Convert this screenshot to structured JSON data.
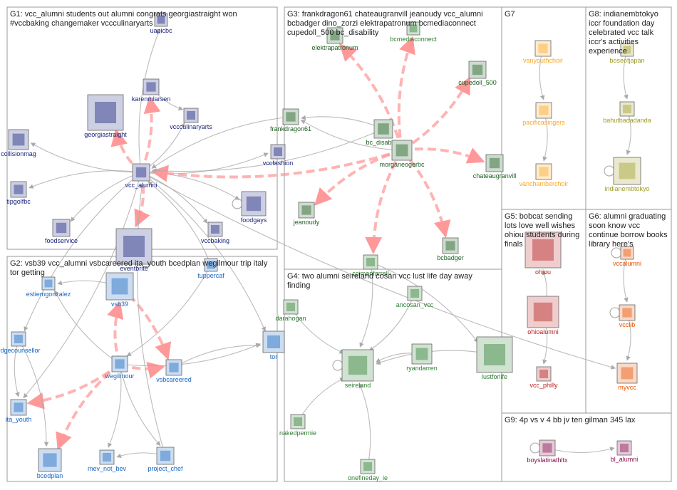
{
  "groups": [
    {
      "id": "G1",
      "title_lines": [
        "G1: vcc_alumni students out alumni congrats georgiastraight won",
        "#vccbaking changemaker vccculinaryarts"
      ]
    },
    {
      "id": "G2",
      "title_lines": [
        "G2: vsb39 vcc_alumni vsbcareered ita_youth bcedplan wegilmour trip italy",
        "tor getting"
      ]
    },
    {
      "id": "G3",
      "title_lines": [
        "G3: frankdragon61 chateaugranvill jeanoudy vcc_alumni",
        "bcbadger dino_zorzi elektrapatronum bcmediaconnect",
        "cupedoll_500 bc_disability"
      ]
    },
    {
      "id": "G4",
      "title_lines": [
        "G4: two alumni seireland cosán vcc lust life day away",
        "finding"
      ]
    },
    {
      "id": "G5",
      "title_lines": [
        "G5: bobcat sending",
        "lots love well wishes",
        "ohiou students during",
        "finals"
      ]
    },
    {
      "id": "G6",
      "title_lines": [
        "G6: alumni graduating",
        "soon know vcc",
        "continue borrow books",
        "library here's"
      ]
    },
    {
      "id": "G7",
      "title_lines": [
        "G7"
      ]
    },
    {
      "id": "G8",
      "title_lines": [
        "G8: indianembtokyo",
        "iccr foundation day",
        "celebrated vcc talk",
        "iccr's activities",
        "experience"
      ]
    },
    {
      "id": "G9",
      "title_lines": [
        "G9: 4p vs v 4 bb jv ten gilman 345 lax"
      ]
    }
  ],
  "nodes": [
    {
      "id": "uapicbc",
      "label": "uapicbc",
      "group": "G1",
      "color": "#1a237e"
    },
    {
      "id": "karenmlarsen",
      "label": "karenmlarsen",
      "group": "G1",
      "color": "#1a237e"
    },
    {
      "id": "georgiastraight",
      "label": "georgiastraight",
      "group": "G1",
      "color": "#1a237e"
    },
    {
      "id": "vccculinaryarts",
      "label": "vccculinaryarts",
      "group": "G1",
      "color": "#1a237e"
    },
    {
      "id": "collisionmag",
      "label": "collisionmag",
      "group": "G1",
      "color": "#1a237e"
    },
    {
      "id": "vcc_alumni",
      "label": "vcc_alumni",
      "group": "G1",
      "color": "#1a237e"
    },
    {
      "id": "vccfashion",
      "label": "vccfashion",
      "group": "G1",
      "color": "#1a237e"
    },
    {
      "id": "tipgolfbc",
      "label": "tipgolfbc",
      "group": "G1",
      "color": "#1a237e"
    },
    {
      "id": "foodgays",
      "label": "foodgays",
      "group": "G1",
      "color": "#1a237e"
    },
    {
      "id": "foodservice",
      "label": "foodservice",
      "group": "G1",
      "color": "#1a237e"
    },
    {
      "id": "vccbaking",
      "label": "vccbaking",
      "group": "G1",
      "color": "#1a237e"
    },
    {
      "id": "eventbrite",
      "label": "eventbrite",
      "group": "G1",
      "color": "#1a237e"
    },
    {
      "id": "estiemgonzalez",
      "label": "estiemgonzalez",
      "group": "G2",
      "color": "#1565c0"
    },
    {
      "id": "vsb39",
      "label": "vsb39",
      "group": "G2",
      "color": "#1565c0"
    },
    {
      "id": "tuppercaf",
      "label": "tuppercaf",
      "group": "G2",
      "color": "#1565c0"
    },
    {
      "id": "edgecounsellor",
      "label": "edgecounsellor",
      "group": "G2",
      "color": "#1565c0"
    },
    {
      "id": "tor",
      "label": "tor",
      "group": "G2",
      "color": "#1565c0"
    },
    {
      "id": "wegilmour",
      "label": "wegilmour",
      "group": "G2",
      "color": "#1565c0"
    },
    {
      "id": "vsbcareered",
      "label": "vsbcareered",
      "group": "G2",
      "color": "#1565c0"
    },
    {
      "id": "ita_youth",
      "label": "ita_youth",
      "group": "G2",
      "color": "#1565c0"
    },
    {
      "id": "bcedplan",
      "label": "bcedplan",
      "group": "G2",
      "color": "#1565c0"
    },
    {
      "id": "mev_not_bev",
      "label": "mev_not_bev",
      "group": "G2",
      "color": "#1565c0"
    },
    {
      "id": "project_chef",
      "label": "project_chef",
      "group": "G2",
      "color": "#1565c0"
    },
    {
      "id": "elektrapatronum",
      "label": "elektrapatronum",
      "group": "G3",
      "color": "#1b5e20"
    },
    {
      "id": "bcmediaconnect",
      "label": "bcmediaconnect",
      "group": "G3",
      "color": "#2e7d32"
    },
    {
      "id": "cupedoll_500",
      "label": "cupedoll_500",
      "group": "G3",
      "color": "#1b5e20"
    },
    {
      "id": "frankdragon61",
      "label": "frankdragon61",
      "group": "G3",
      "color": "#1b5e20"
    },
    {
      "id": "bc_disability",
      "label": "bc_disability",
      "group": "G3",
      "color": "#1b5e20"
    },
    {
      "id": "morganeogerbc",
      "label": "morganeogerbc",
      "group": "G3",
      "color": "#1b5e20"
    },
    {
      "id": "chateaugranvill",
      "label": "chateaugranvill",
      "group": "G3",
      "color": "#1b5e20"
    },
    {
      "id": "jeanoudy",
      "label": "jeanoudy",
      "group": "G3",
      "color": "#1b5e20"
    },
    {
      "id": "bcbadger",
      "label": "bcbadger",
      "group": "G3",
      "color": "#1b5e20"
    },
    {
      "id": "coimanfarrell",
      "label": "coimanfarrell",
      "group": "G4",
      "color": "#2e7d32"
    },
    {
      "id": "ancosan_vcc",
      "label": "ancosan_vcc",
      "group": "G4",
      "color": "#2e7d32"
    },
    {
      "id": "darahogan",
      "label": "darahogan",
      "group": "G4",
      "color": "#2e7d32"
    },
    {
      "id": "seireland",
      "label": "seireland",
      "group": "G4",
      "color": "#2e7d32"
    },
    {
      "id": "ryandarren",
      "label": "ryandarren",
      "group": "G4",
      "color": "#2e7d32"
    },
    {
      "id": "lustforlife",
      "label": "lustforlife",
      "group": "G4",
      "color": "#2e7d32"
    },
    {
      "id": "nakedpermie",
      "label": "nakedpermie",
      "group": "G4",
      "color": "#2e7d32"
    },
    {
      "id": "onefineday_ie",
      "label": "onefineday_ie",
      "group": "G4",
      "color": "#2e7d32"
    },
    {
      "id": "ohiou",
      "label": "ohiou",
      "group": "G5",
      "color": "#b71c1c"
    },
    {
      "id": "ohioalumni",
      "label": "ohioalumni",
      "group": "G5",
      "color": "#b71c1c"
    },
    {
      "id": "vcc_philly",
      "label": "vcc_philly",
      "group": "G5",
      "color": "#b71c1c"
    },
    {
      "id": "vccalumni",
      "label": "vccalumni",
      "group": "G6",
      "color": "#e65100"
    },
    {
      "id": "vcclib",
      "label": "vcclib",
      "group": "G6",
      "color": "#e65100"
    },
    {
      "id": "myvcc",
      "label": "myvcc",
      "group": "G6",
      "color": "#e65100"
    },
    {
      "id": "vanyouthchoir",
      "label": "vanyouthchoir",
      "group": "G7",
      "color": "#f9a825"
    },
    {
      "id": "pacificasingers",
      "label": "pacificasingers",
      "group": "G7",
      "color": "#f9a825"
    },
    {
      "id": "vanchamberchoir",
      "label": "vanchamberchoir",
      "group": "G7",
      "color": "#f9a825"
    },
    {
      "id": "boseofjapan",
      "label": "boseofjapan",
      "group": "G8",
      "color": "#9e9d24"
    },
    {
      "id": "bahutbadadanda",
      "label": "bahutbadadanda",
      "group": "G8",
      "color": "#9e9d24"
    },
    {
      "id": "indianembtokyo",
      "label": "indianembtokyo",
      "group": "G8",
      "color": "#9e9d24"
    },
    {
      "id": "boyslatinathltx",
      "label": "boyslatinathltx",
      "group": "G9",
      "color": "#880e4f"
    },
    {
      "id": "bl_alumni",
      "label": "bl_alumni",
      "group": "G9",
      "color": "#880e4f"
    }
  ],
  "edges": [
    {
      "from": "vcc_alumni",
      "to": "georgiastraight",
      "strong": true
    },
    {
      "from": "vcc_alumni",
      "to": "karenmlarsen",
      "strong": true
    },
    {
      "from": "vcc_alumni",
      "to": "eventbrite",
      "strong": true
    },
    {
      "from": "vcc_alumni",
      "to": "vccfashion",
      "strong": false
    },
    {
      "from": "vcc_alumni",
      "to": "uapicbc",
      "strong": false
    },
    {
      "from": "vcc_alumni",
      "to": "vccculinaryarts",
      "strong": false
    },
    {
      "from": "vcc_alumni",
      "to": "collisionmag",
      "strong": false
    },
    {
      "from": "vcc_alumni",
      "to": "tipgolfbc",
      "strong": false
    },
    {
      "from": "vcc_alumni",
      "to": "foodgays",
      "strong": false
    },
    {
      "from": "vcc_alumni",
      "to": "foodservice",
      "strong": false
    },
    {
      "from": "vcc_alumni",
      "to": "vccbaking",
      "strong": false
    },
    {
      "from": "vcc_alumni",
      "to": "myvcc",
      "strong": false
    },
    {
      "from": "vcc_alumni",
      "to": "tor",
      "strong": false
    },
    {
      "from": "vcc_alumni",
      "to": "edgecounsellor",
      "strong": false
    },
    {
      "from": "vcc_alumni",
      "to": "ita_youth",
      "strong": false
    },
    {
      "from": "karenmlarsen",
      "to": "vccculinaryarts",
      "strong": false
    },
    {
      "from": "morganeogerbc",
      "to": "vcc_alumni",
      "strong": true
    },
    {
      "from": "morganeogerbc",
      "to": "elektrapatronum",
      "strong": true
    },
    {
      "from": "morganeogerbc",
      "to": "bcmediaconnect",
      "strong": true
    },
    {
      "from": "morganeogerbc",
      "to": "cupedoll_500",
      "strong": true
    },
    {
      "from": "morganeogerbc",
      "to": "chateaugranvill",
      "strong": true
    },
    {
      "from": "morganeogerbc",
      "to": "jeanoudy",
      "strong": true
    },
    {
      "from": "morganeogerbc",
      "to": "bcbadger",
      "strong": true
    },
    {
      "from": "morganeogerbc",
      "to": "coimanfarrell",
      "strong": true
    },
    {
      "from": "morganeogerbc",
      "to": "frankdragon61",
      "strong": false
    },
    {
      "from": "bc_disability",
      "to": "frankdragon61",
      "strong": false
    },
    {
      "from": "bc_disability",
      "to": "vcc_alumni",
      "strong": false
    },
    {
      "from": "frankdragon61",
      "to": "vcc_alumni",
      "strong": false
    },
    {
      "from": "wegilmour",
      "to": "vsb39",
      "strong": true
    },
    {
      "from": "wegilmour",
      "to": "vsbcareered",
      "strong": true
    },
    {
      "from": "wegilmour",
      "to": "ita_youth",
      "strong": true
    },
    {
      "from": "wegilmour",
      "to": "bcedplan",
      "strong": true
    },
    {
      "from": "wegilmour",
      "to": "estiemgonzalez",
      "strong": false
    },
    {
      "from": "wegilmour",
      "to": "tor",
      "strong": false
    },
    {
      "from": "wegilmour",
      "to": "mev_not_bev",
      "strong": false
    },
    {
      "from": "wegilmour",
      "to": "project_chef",
      "strong": false
    },
    {
      "from": "vsb39",
      "to": "vsbcareered",
      "strong": true
    },
    {
      "from": "vsb39",
      "to": "estiemgonzalez",
      "strong": false
    },
    {
      "from": "vsbcareered",
      "to": "tor",
      "strong": false
    },
    {
      "from": "edgecounsellor",
      "to": "ita_youth",
      "strong": false
    },
    {
      "from": "edgecounsellor",
      "to": "bcedplan",
      "strong": false
    },
    {
      "from": "project_chef",
      "to": "mev_not_bev",
      "strong": false
    },
    {
      "from": "project_chef",
      "to": "vcc_alumni",
      "strong": false
    },
    {
      "from": "tuppercaf",
      "to": "vcc_alumni",
      "strong": false
    },
    {
      "from": "tuppercaf",
      "to": "wegilmour",
      "strong": false
    },
    {
      "from": "darahogan",
      "to": "seireland",
      "strong": false
    },
    {
      "from": "coimanfarrell",
      "to": "seireland",
      "strong": false
    },
    {
      "from": "ryandarren",
      "to": "seireland",
      "strong": false
    },
    {
      "from": "ancosan_vcc",
      "to": "seireland",
      "strong": false
    },
    {
      "from": "lustforlife",
      "to": "seireland",
      "strong": false
    },
    {
      "from": "nakedpermie",
      "to": "seireland",
      "strong": false
    },
    {
      "from": "onefineday_ie",
      "to": "seireland",
      "strong": false
    },
    {
      "from": "coimanfarrell",
      "to": "lustforlife",
      "strong": false
    },
    {
      "from": "ohioalumni",
      "to": "ohiou",
      "strong": false
    },
    {
      "from": "ohioalumni",
      "to": "vcc_philly",
      "strong": false
    },
    {
      "from": "vccalumni",
      "to": "vcclib",
      "strong": false
    },
    {
      "from": "vcclib",
      "to": "myvcc",
      "strong": false
    },
    {
      "from": "vanyouthchoir",
      "to": "pacificasingers",
      "strong": false
    },
    {
      "from": "pacificasingers",
      "to": "vanchamberchoir",
      "strong": false
    },
    {
      "from": "boseofjapan",
      "to": "bahutbadadanda",
      "strong": false
    },
    {
      "from": "bahutbadadanda",
      "to": "indianembtokyo",
      "strong": false
    },
    {
      "from": "boyslatinathltx",
      "to": "bl_alumni",
      "strong": false
    }
  ],
  "self_loops": [
    "foodgays",
    "seireland",
    "vcclib",
    "indianembtokyo",
    "boyslatinathltx",
    "vccalumni"
  ],
  "colors": {
    "strong_edge": "#ff9999",
    "weak_edge": "#aaaaaa",
    "group_border": "#999999"
  }
}
